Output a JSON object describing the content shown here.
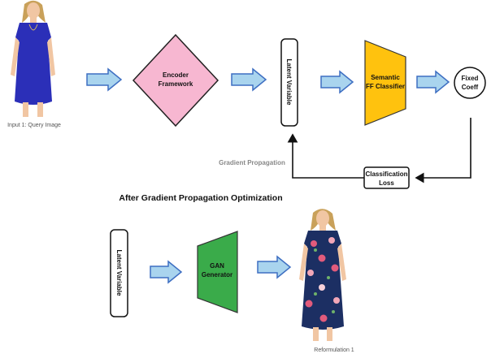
{
  "query_caption": "Input 1: Query Image",
  "encoder": {
    "line1": "Encoder",
    "line2": "Framework"
  },
  "latent_top": "Latent Variable",
  "classifier": {
    "line1": "Semantic",
    "line2": "FF Classifier"
  },
  "fixed_coeff": {
    "line1": "Fixed",
    "line2": "Coeff"
  },
  "gradient_label": "Gradient Propagation",
  "loss": {
    "line1": "Classification",
    "line2": "Loss"
  },
  "section_title": "After Gradient Propagation Optimization",
  "latent_bottom": "Latent Variable",
  "generator": {
    "line1": "GAN",
    "line2": "Generator"
  },
  "result_caption": "Reformulation 1",
  "colors": {
    "arrow_fill": "#a9d4ee",
    "arrow_stroke": "#3e6fc2",
    "encoder_fill": "#f7b7d1",
    "classifier_fill": "#ffc20e",
    "generator_fill": "#3aab4a",
    "query_dress": "#2b2fb8",
    "result_dress": "#1c2f63"
  }
}
